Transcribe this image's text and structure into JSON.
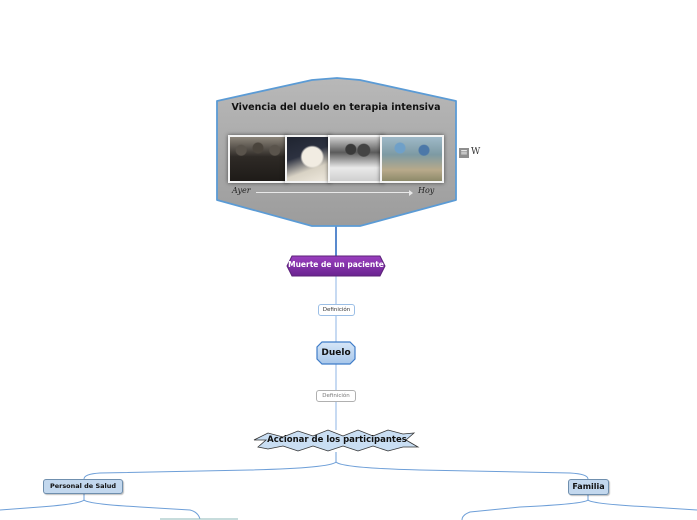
{
  "central_topic": {
    "title": "Vivencia del duelo en terapia intensiva",
    "timeline": {
      "start_label": "Ayer",
      "end_label": "Hoy"
    },
    "photos": [
      {
        "name": "historic-family-mourning-photo",
        "tone": "sepia"
      },
      {
        "name": "historic-deathbed-photo",
        "tone": "bw"
      },
      {
        "name": "historic-hospital-bed-photo",
        "tone": "bw"
      },
      {
        "name": "modern-icu-photo",
        "tone": "color"
      }
    ],
    "attachments": {
      "note_icon": "notes-icon",
      "wiki_icon": "W"
    }
  },
  "nodes": {
    "muerte": {
      "label": "Muerte de un paciente",
      "color": "#7b2d9e"
    },
    "relation_1": {
      "label": "Definición"
    },
    "duelo": {
      "label": "Duelo",
      "color": "#b9d3ef"
    },
    "relation_2": {
      "label": "Definición"
    },
    "accionar": {
      "label": "Accionar de los participantes",
      "color": "#c9def3"
    },
    "personal": {
      "label": "Personal de Salud"
    },
    "familia": {
      "label": "Familia"
    }
  },
  "colors": {
    "connector": "#6e9fd8",
    "connector_dark": "#2f6dc2",
    "central_fill": "#a9a9a9",
    "central_border": "#5b9bd5"
  }
}
